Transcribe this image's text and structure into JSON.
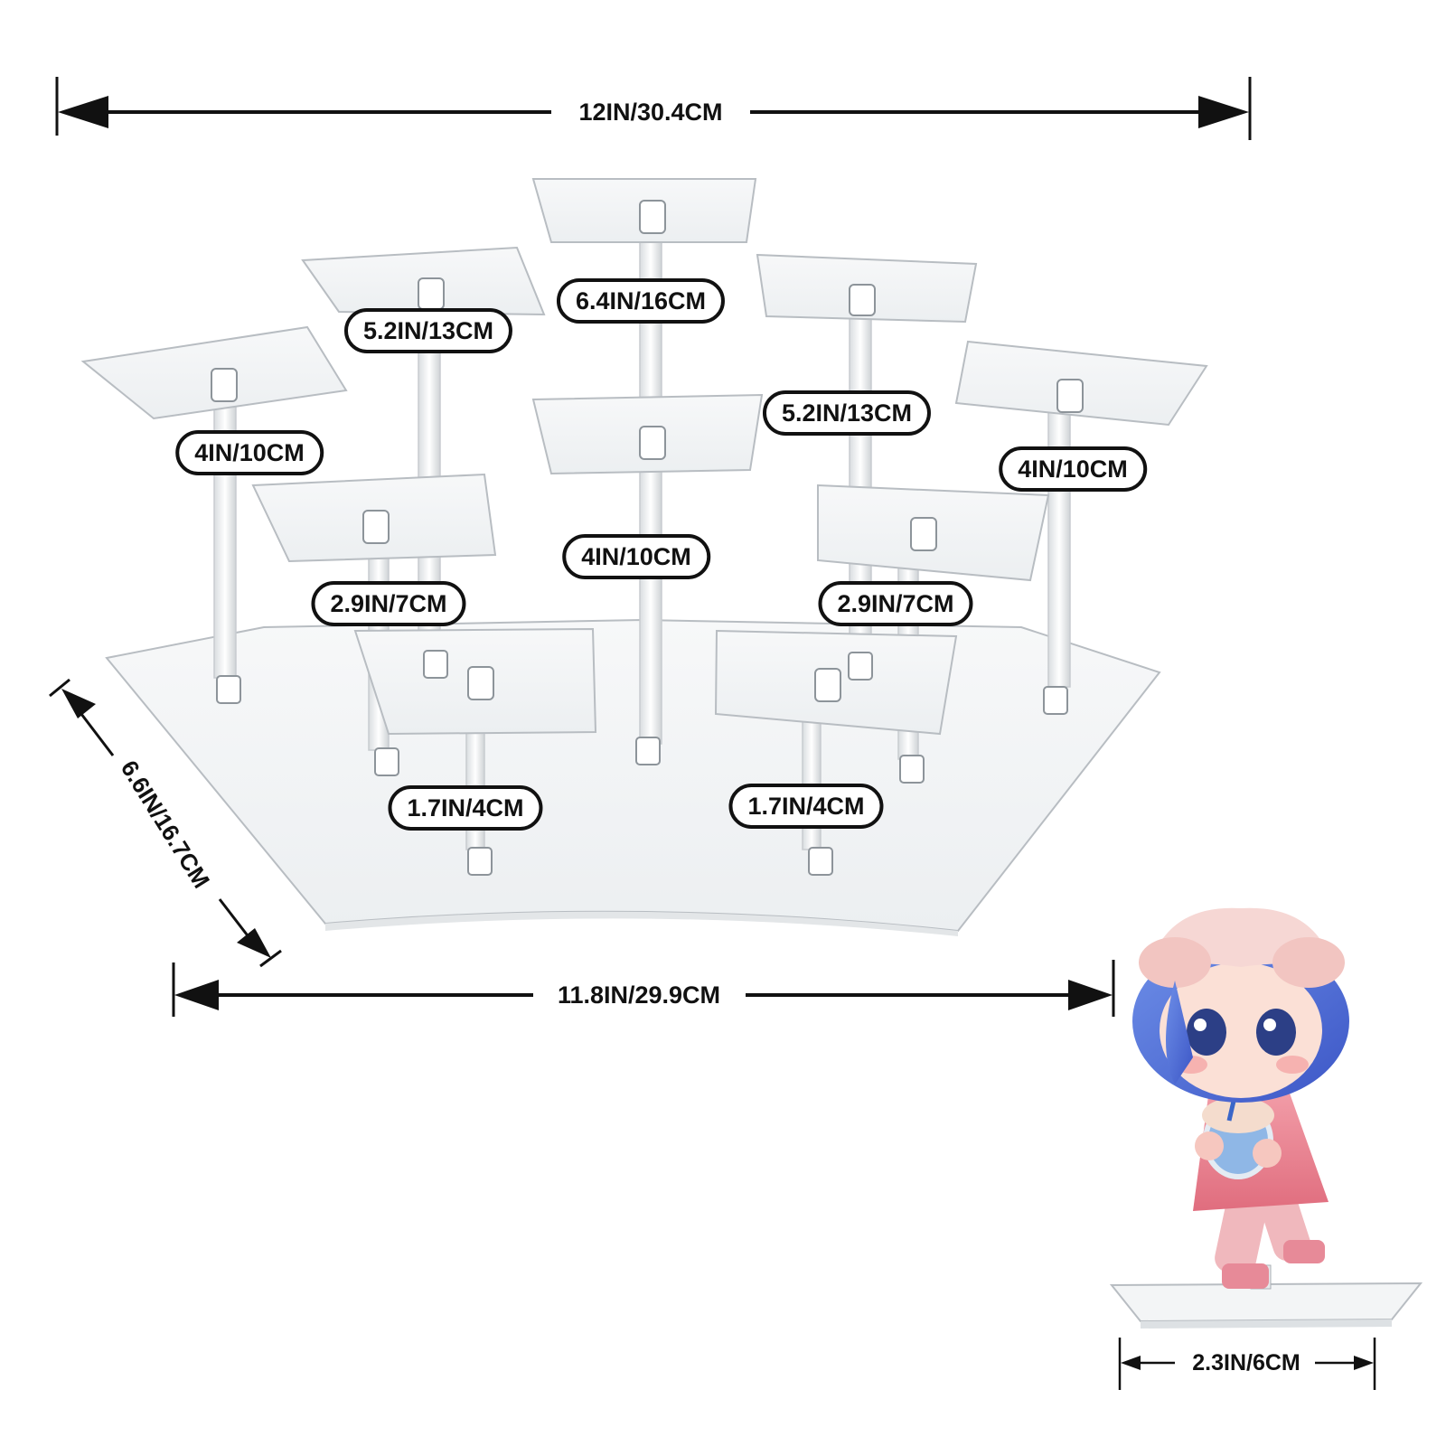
{
  "dimensions": {
    "top_width": "12IN/30.4CM",
    "base_width": "11.8IN/29.9CM",
    "depth": "6.6IN/16.7CM",
    "platform_width": "2.3IN/6CM"
  },
  "tier_labels": [
    {
      "id": "center-top",
      "text": "6.4IN/16CM"
    },
    {
      "id": "left-upper",
      "text": "5.2IN/13CM"
    },
    {
      "id": "right-upper",
      "text": "5.2IN/13CM"
    },
    {
      "id": "left-outer",
      "text": "4IN/10CM"
    },
    {
      "id": "right-outer",
      "text": "4IN/10CM"
    },
    {
      "id": "center-middle",
      "text": "4IN/10CM"
    },
    {
      "id": "left-middle",
      "text": "2.9IN/7CM"
    },
    {
      "id": "right-middle",
      "text": "2.9IN/7CM"
    },
    {
      "id": "left-low",
      "text": "1.7IN/4CM"
    },
    {
      "id": "right-low",
      "text": "1.7IN/4CM"
    }
  ],
  "colors": {
    "line": "#111111",
    "acrylic_edge": "#b8bdc2",
    "acrylic_fill": "#f4f6f7"
  }
}
